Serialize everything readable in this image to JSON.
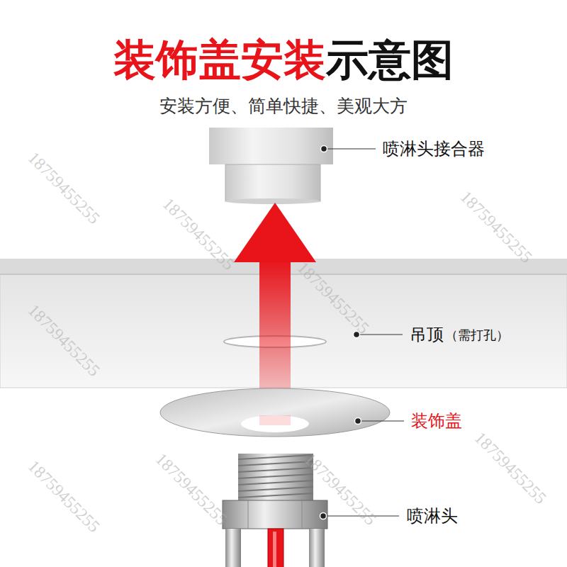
{
  "diagram": {
    "title": "装饰盖安装",
    "labels": [
      "示意图",
      "安装方便、简单快捷、美观大方",
      "喷淋头接合器",
      "吊顶",
      "（需打孔）",
      "装饰盖",
      "喷淋头",
      "18759455255",
      "18759455255",
      "18759455255",
      "18759455255",
      "18759455255",
      "18759455255",
      "18759455255",
      "18759455255",
      "18759455255"
    ]
  }
}
